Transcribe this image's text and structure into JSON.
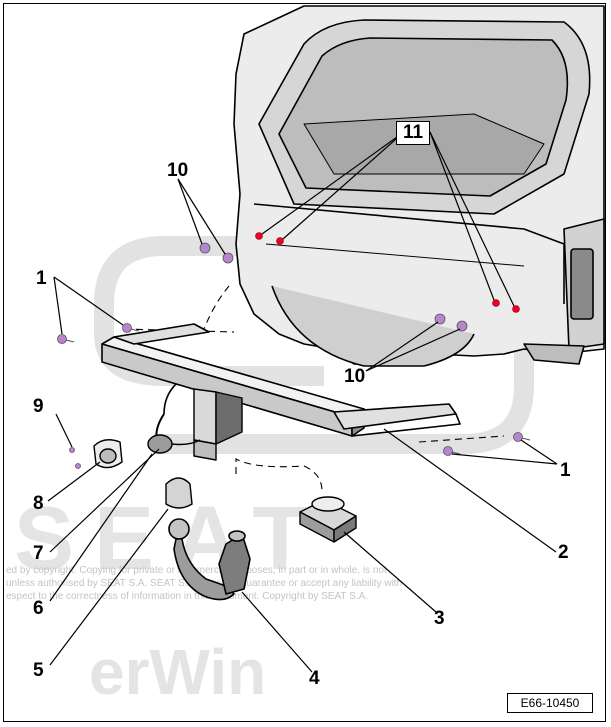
{
  "figure": {
    "id": "E66-10450",
    "watermark_brand": "SEAT",
    "watermark_app": "erWin",
    "copyright_lines": [
      "ed by copyright. Copying for private or commercial purposes, in part or in whole, is not",
      "unless authorised by SEAT S.A. SEAT S.A. does not guarantee or accept any liability with",
      "espect to the correctness of information in this document. Copyright by SEAT S.A."
    ]
  },
  "callouts": {
    "c1_left": "1",
    "c1_right": "1",
    "c2": "2",
    "c3": "3",
    "c4": "4",
    "c5": "5",
    "c6": "6",
    "c7": "7",
    "c8": "8",
    "c9": "9",
    "c10_top": "10",
    "c10_bottom": "10",
    "c11": "11"
  },
  "colors": {
    "bolt": "#b784d0",
    "marker": "#e8002a",
    "line": "#000000",
    "part_light": "#ececec",
    "part_mid": "#bdbdbd",
    "part_dark": "#6d6d6d"
  }
}
